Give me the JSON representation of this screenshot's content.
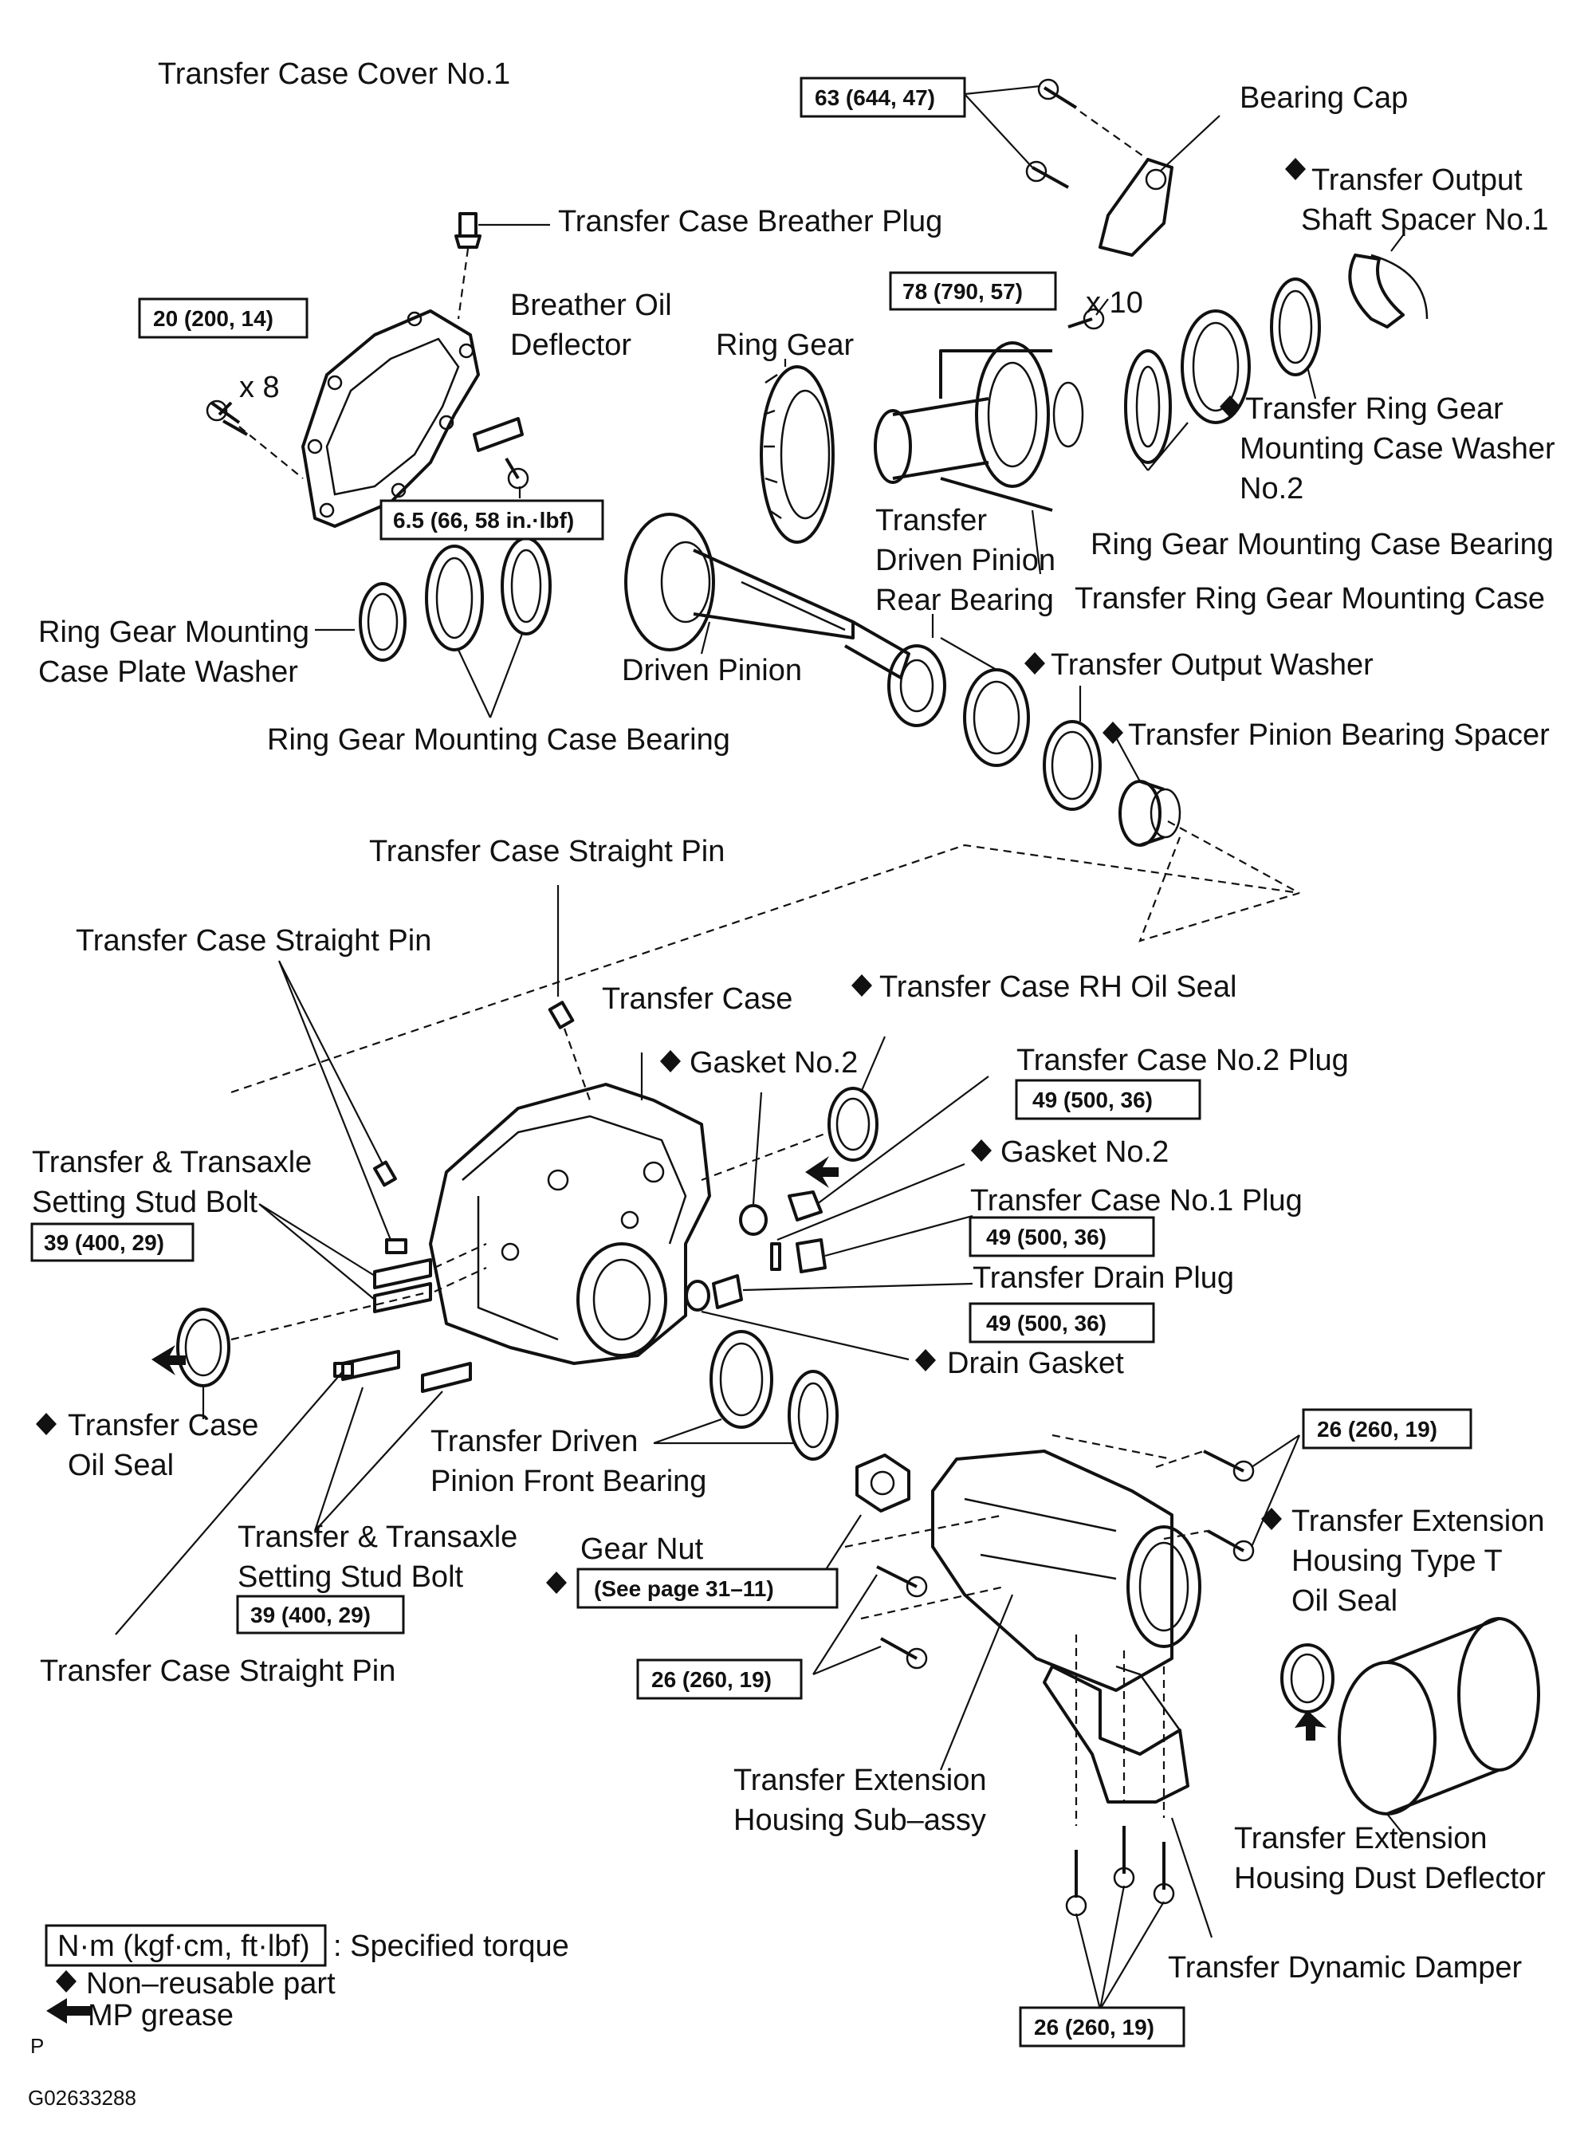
{
  "labels": {
    "cover": "Transfer Case Cover No.1",
    "breather_plug": "Transfer Case Breather Plug",
    "breather_deflector_1": "Breather Oil",
    "breather_deflector_2": "Deflector",
    "x8": "x 8",
    "bearing_cap": "Bearing Cap",
    "out_spacer_1": "Transfer Output",
    "out_spacer_2": "Shaft Spacer No.1",
    "x10": "x 10",
    "ring_gear": "Ring Gear",
    "rg_washer2_1": "Transfer Ring Gear",
    "rg_washer2_2": "Mounting Case Washer",
    "rg_washer2_3": "No.2",
    "driven_rear_1": "Transfer",
    "driven_rear_2": "Driven Pinion",
    "driven_rear_3": "Rear Bearing",
    "rg_bearing_right": "Ring Gear Mounting Case Bearing",
    "rg_mount_case": "Transfer Ring Gear Mounting Case",
    "plate_washer_1": "Ring Gear Mounting",
    "plate_washer_2": "Case Plate Washer",
    "driven_pinion": "Driven Pinion",
    "output_washer": "Transfer Output Washer",
    "rg_bearing_left": "Ring Gear Mounting Case Bearing",
    "pinion_spacer": "Transfer Pinion Bearing Spacer",
    "straight_pin_top": "Transfer Case Straight Pin",
    "straight_pin_left": "Transfer Case Straight Pin",
    "transfer_case": "Transfer Case",
    "rh_oil_seal": "Transfer Case RH Oil Seal",
    "gasket2_a": "Gasket No.2",
    "no2_plug": "Transfer Case No.2 Plug",
    "gasket2_b": "Gasket No.2",
    "stud_bolt_top_1": "Transfer & Transaxle",
    "stud_bolt_top_2": "Setting Stud Bolt",
    "no1_plug": "Transfer Case No.1 Plug",
    "drain_plug": "Transfer Drain Plug",
    "drain_gasket": "Drain Gasket",
    "case_oil_seal_1": "Transfer Case",
    "case_oil_seal_2": "Oil Seal",
    "front_bearing_1": "Transfer Driven",
    "front_bearing_2": "Pinion Front Bearing",
    "ext_oil_seal_1": "Transfer Extension",
    "ext_oil_seal_2": "Housing Type T",
    "ext_oil_seal_3": "Oil Seal",
    "stud_bolt_bot_1": "Transfer & Transaxle",
    "stud_bolt_bot_2": "Setting Stud Bolt",
    "gear_nut": "Gear Nut",
    "straight_pin_bottom": "Transfer Case Straight Pin",
    "ext_housing_1": "Transfer Extension",
    "ext_housing_2": "Housing Sub–assy",
    "dust_deflector_1": "Transfer Extension",
    "dust_deflector_2": "Housing Dust Deflector",
    "dynamic_damper": "Transfer Dynamic Damper"
  },
  "torques": {
    "cover_bolt": "20 (200, 14)",
    "bearing_cap": "63 (644, 47)",
    "ring_gear_bolt": "78 (790, 57)",
    "deflector_bolt": "6.5 (66, 58 in.·lbf)",
    "no2_plug": "49 (500, 36)",
    "stud_top": "39 (400, 29)",
    "no1_plug": "49 (500, 36)",
    "drain_plug": "49 (500, 36)",
    "ext_bolts_right": "26 (260, 19)",
    "gear_nut": "(See page 31–11)",
    "stud_bottom": "39 (400, 29)",
    "ext_bolts_left": "26 (260, 19)",
    "damper_bolts": "26 (260, 19)"
  },
  "legend": {
    "torque_unit": "N·m (kgf·cm, ft·lbf)",
    "torque_text": ": Specified torque",
    "nonreusable": "Non–reusable part",
    "grease": "MP grease"
  },
  "footer": {
    "letter": "P",
    "code": "G02633288"
  },
  "colors": {
    "ink": "#111111",
    "paper": "#ffffff"
  }
}
